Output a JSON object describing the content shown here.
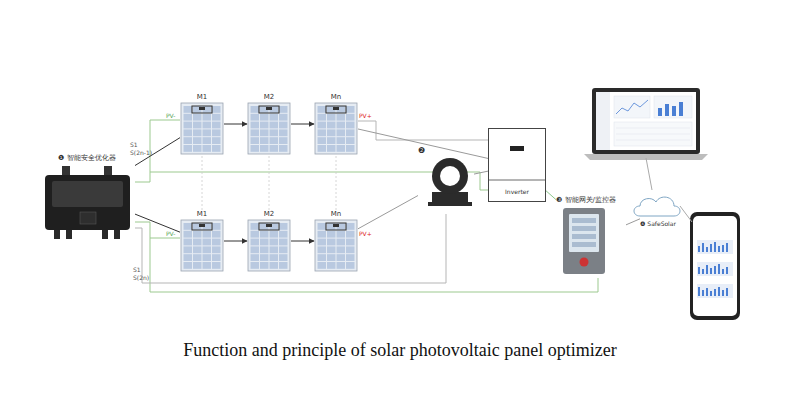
{
  "diagram": {
    "caption": "Function and principle of solar photovoltaic panel optimizer",
    "nodes": [
      {
        "text": [
          "❶ 智能安全优化器"
        ]
      },
      {
        "text": [
          "M1"
        ]
      },
      {
        "text": [
          "M2"
        ]
      },
      {
        "text": [
          "Mn"
        ]
      },
      {
        "text": [
          "Inverter"
        ]
      },
      {
        "text": [
          "❷"
        ]
      },
      {
        "text": [
          "M1"
        ]
      },
      {
        "text": [
          "M2"
        ]
      },
      {
        "text": [
          "Mn"
        ]
      },
      {
        "text": [
          "❸ 智能网关/监控器"
        ]
      },
      {
        "text": [
          "❹ SafeSolar"
        ]
      }
    ],
    "edges": [
      {
        "from": 1,
        "to": 2,
        "arrow": "to"
      },
      {
        "from": 2,
        "to": 3,
        "arrow": "to"
      },
      {
        "from": 6,
        "to": 7,
        "arrow": "to"
      },
      {
        "from": 7,
        "to": 8,
        "arrow": "to"
      },
      {
        "from": 0,
        "to": 1,
        "arrow": "none"
      },
      {
        "from": 0,
        "to": 6,
        "arrow": "none"
      },
      {
        "from": 3,
        "to": 4,
        "arrow": "none"
      },
      {
        "from": 8,
        "to": 5,
        "arrow": "none"
      },
      {
        "from": 5,
        "to": 4,
        "arrow": "none"
      },
      {
        "from": 4,
        "to": 9,
        "arrow": "none"
      },
      {
        "from": 9,
        "to": 10,
        "arrow": "none"
      }
    ],
    "labels": [
      "S1",
      "S(2n-1)",
      "S1",
      "S(2n)",
      "PV-",
      "PV+",
      "PV-",
      "PV+"
    ]
  }
}
